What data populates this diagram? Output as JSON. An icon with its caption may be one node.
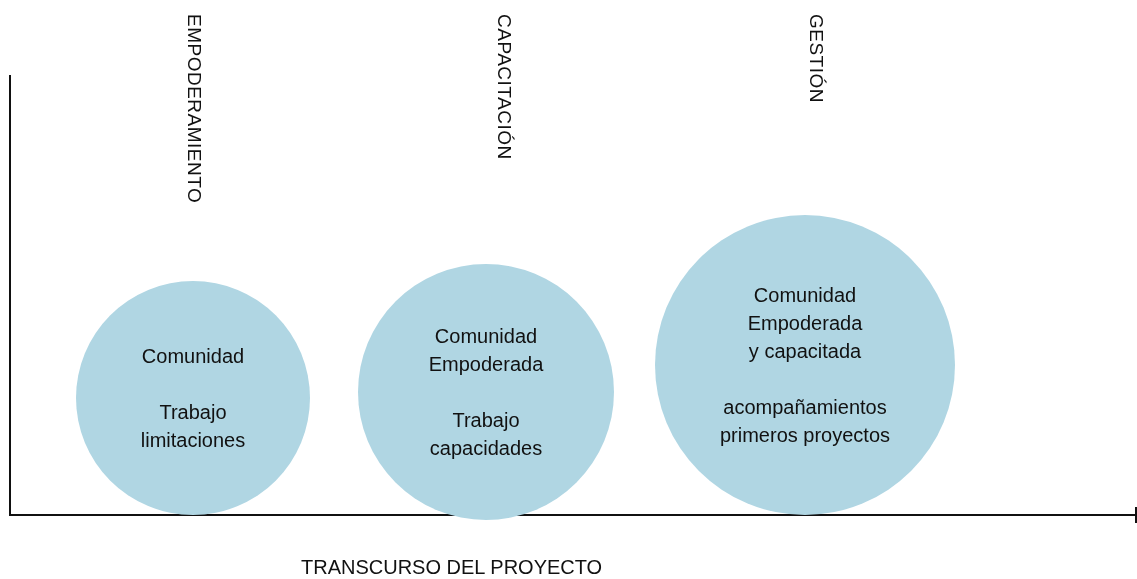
{
  "diagram": {
    "nodes": [
      {
        "text": [
          "Comunidad",
          "Trabajo limitaciones"
        ]
      },
      {
        "text": [
          "Comunidad Empoderada",
          "Trabajo capacidades"
        ]
      },
      {
        "text": [
          "Comunidad Empoderada y capacitada",
          "acompañamientos primeros proyectos"
        ]
      }
    ],
    "labels": [
      "EMPODERAMIENTO",
      "CAPACITACIÓN",
      "GESTIÓN",
      "TRANSCURSO DEL PROYECTO"
    ]
  }
}
